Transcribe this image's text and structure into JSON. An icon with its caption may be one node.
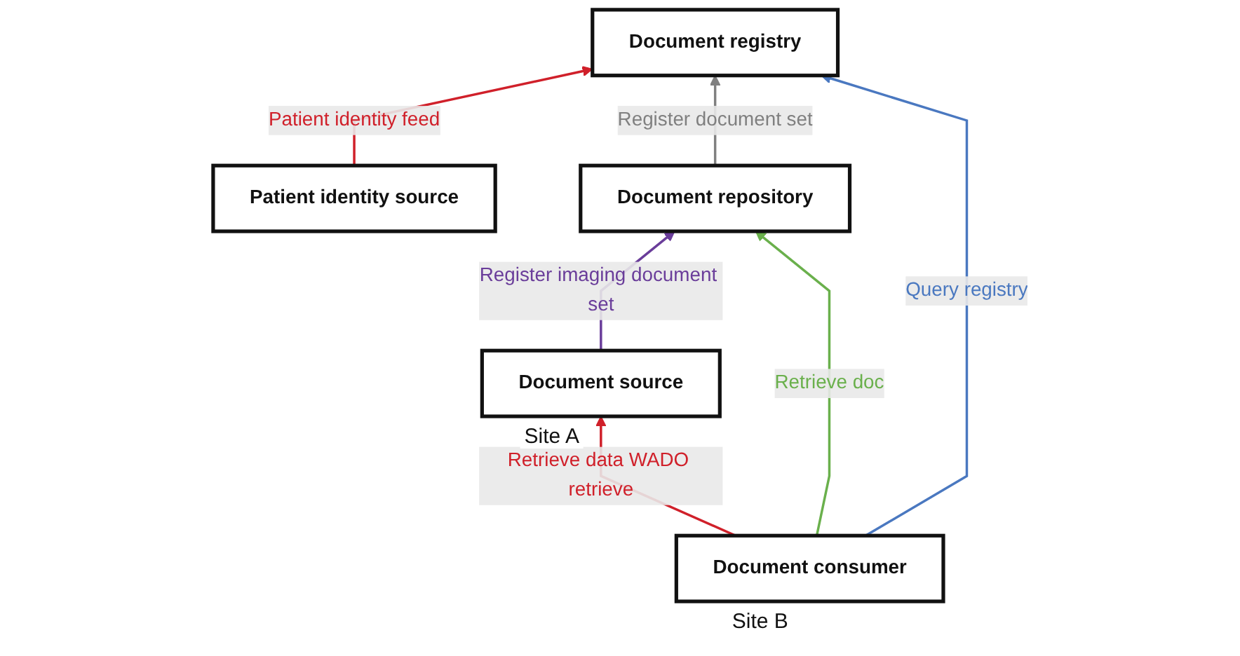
{
  "diagram": {
    "nodes": [
      {
        "text": [
          "Patient identity source"
        ]
      },
      {
        "text": [
          "Document registry"
        ]
      },
      {
        "text": [
          "Document repository"
        ]
      },
      {
        "text": [
          "Document source"
        ],
        "beside": [
          "Site A"
        ]
      },
      {
        "text": [
          "Document consumer"
        ],
        "beside": [
          "Site B"
        ]
      }
    ],
    "edges": [
      {
        "from": 0,
        "to": 1,
        "arrow": "to",
        "label": "Patient identity feed",
        "color": "#d0202a"
      },
      {
        "from": 2,
        "to": 1,
        "arrow": "to",
        "label": "Register document set",
        "color": "#808080"
      },
      {
        "from": 3,
        "to": 2,
        "arrow": "to",
        "label": "Register imaging document set",
        "color": "#6a3d9a"
      },
      {
        "from": 4,
        "to": 1,
        "arrow": "to",
        "label": "Query registry",
        "color": "#4a78c0"
      },
      {
        "from": 4,
        "to": 2,
        "arrow": "to",
        "label": "Retrieve doc",
        "color": "#6ab04c"
      },
      {
        "from": 4,
        "to": 3,
        "arrow": "to",
        "label": "Retrieve data WADO retrieve",
        "color": "#d0202a"
      }
    ]
  }
}
